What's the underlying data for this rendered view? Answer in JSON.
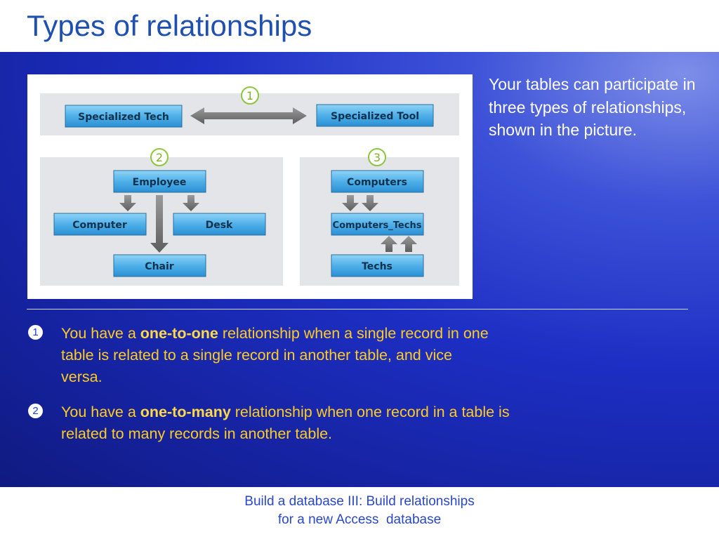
{
  "slide": {
    "title": "Types of relationships",
    "intro": "Your tables can participate in three types of relationships, shown in the picture."
  },
  "diagram": {
    "markers": [
      "1",
      "2",
      "3"
    ],
    "one_to_one": {
      "left": "Specialized Tech",
      "right": "Specialized Tool"
    },
    "one_to_many": {
      "parent": "Employee",
      "children": [
        "Computer",
        "Desk",
        "Chair"
      ]
    },
    "many_to_many": {
      "top": "Computers",
      "junction": "Computers_Techs",
      "bottom": "Techs"
    }
  },
  "bullets": [
    {
      "number": "1",
      "prefix": "You have a ",
      "term": "one-to-one",
      "suffix": " relationship when a single record in one table is related to a single record in another table, and vice versa."
    },
    {
      "number": "2",
      "prefix": "You have a ",
      "term": "one-to-many",
      "suffix": " relationship when one record in a table is related to many records in another table."
    }
  ],
  "footer": {
    "line1": "Build a database III: Build relationships",
    "line2": "for a new Access  database"
  },
  "colors": {
    "title": "#1f4fb0",
    "background_blue": "#1d2fc4",
    "bullet_text": "#ffcc22",
    "table_box": "#3a9fdc",
    "marker_green": "#8cc63f"
  }
}
